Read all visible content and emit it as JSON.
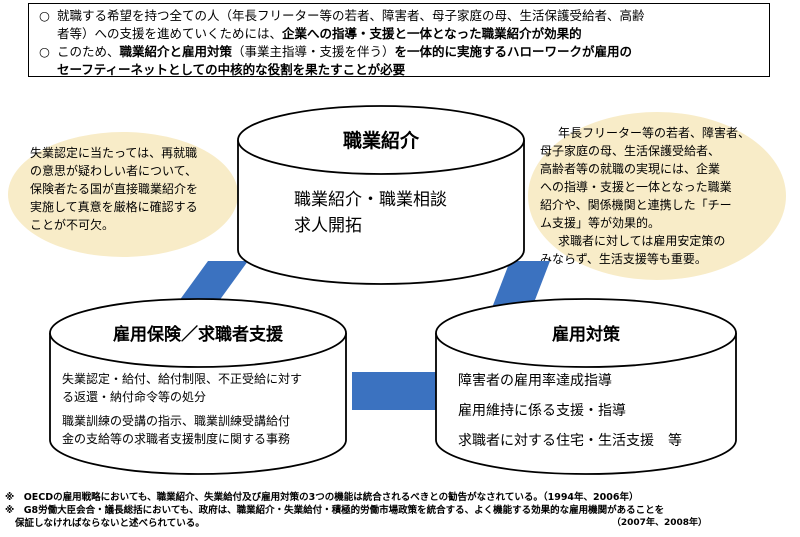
{
  "header": {
    "bullet": "○",
    "line1_a": "就職する希望を持つ全ての人（年長フリーター等の若者、障害者、母子家庭の母、生活保護受給者、高齢",
    "line1_b_plain": "者等）への支援を進めていくためには、",
    "line1_b_bold": "企業への指導・支援と一体となった職業紹介が効果的",
    "line2_a_plain1": "このため、",
    "line2_a_bold1": "職業紹介と雇用対策",
    "line2_a_plain2": "（事業主指導・支援を伴う）",
    "line2_a_bold2": "を一体的に実施するハローワークが雇用の",
    "line2_b_bold": "セーフティーネットとしての中核的な役割を果たすことが必要"
  },
  "left_note": {
    "lines": [
      "失業認定に当たっては、再就職",
      "の意思が疑わしい者について、",
      "保険者たる国が直接職業紹介を",
      "実施して真意を厳格に確認する",
      "ことが不可欠。"
    ]
  },
  "right_note": {
    "lines": [
      "年長フリーター等の若者、障害者、",
      "母子家庭の母、生活保護受給者、",
      "高齢者等の就職の実現には、企業",
      "への指導・支援と一体となった職業",
      "紹介や、関係機関と連携した「チー",
      "ム支援」等が効果的。",
      "求職者に対しては雇用安定策の",
      "みならず、生活支援等も重要。"
    ]
  },
  "cylinders": {
    "top": {
      "title": "職業紹介",
      "items": [
        "職業紹介・職業相談",
        "求人開拓"
      ]
    },
    "left": {
      "title": "雇用保険／求職者支援",
      "items": [
        "失業認定・給付、給付制限、不正受給に対す",
        "る返還・納付命令等の処分",
        "職業訓練の受講の指示、職業訓練受講給付",
        "金の支給等の求職者支援制度に関する事務"
      ]
    },
    "right": {
      "title": "雇用対策",
      "items": [
        "障害者の雇用率達成指導",
        "雇用維持に係る支援・指導",
        "求職者に対する住宅・生活支援　等"
      ]
    }
  },
  "footnotes": {
    "note1": "※　OECDの雇用戦略においても、職業紹介、失業給付及び雇用対策の3つの機能は統合されるべきとの勧告がなされている。（1994年、2006年）",
    "note2_a": "※　G8労働大臣会合・議長総括においても、政府は、職業紹介・失業給付・積極的労働市場政策を統合する、よく機能する効果的な雇用機関があることを",
    "note2_b": "保証しなければならないと述べられている。",
    "note2_date": "（2007年、2008年）"
  },
  "colors": {
    "connector": "#3b72c0",
    "bubble": "#f8ecc8",
    "stroke": "#000000"
  }
}
